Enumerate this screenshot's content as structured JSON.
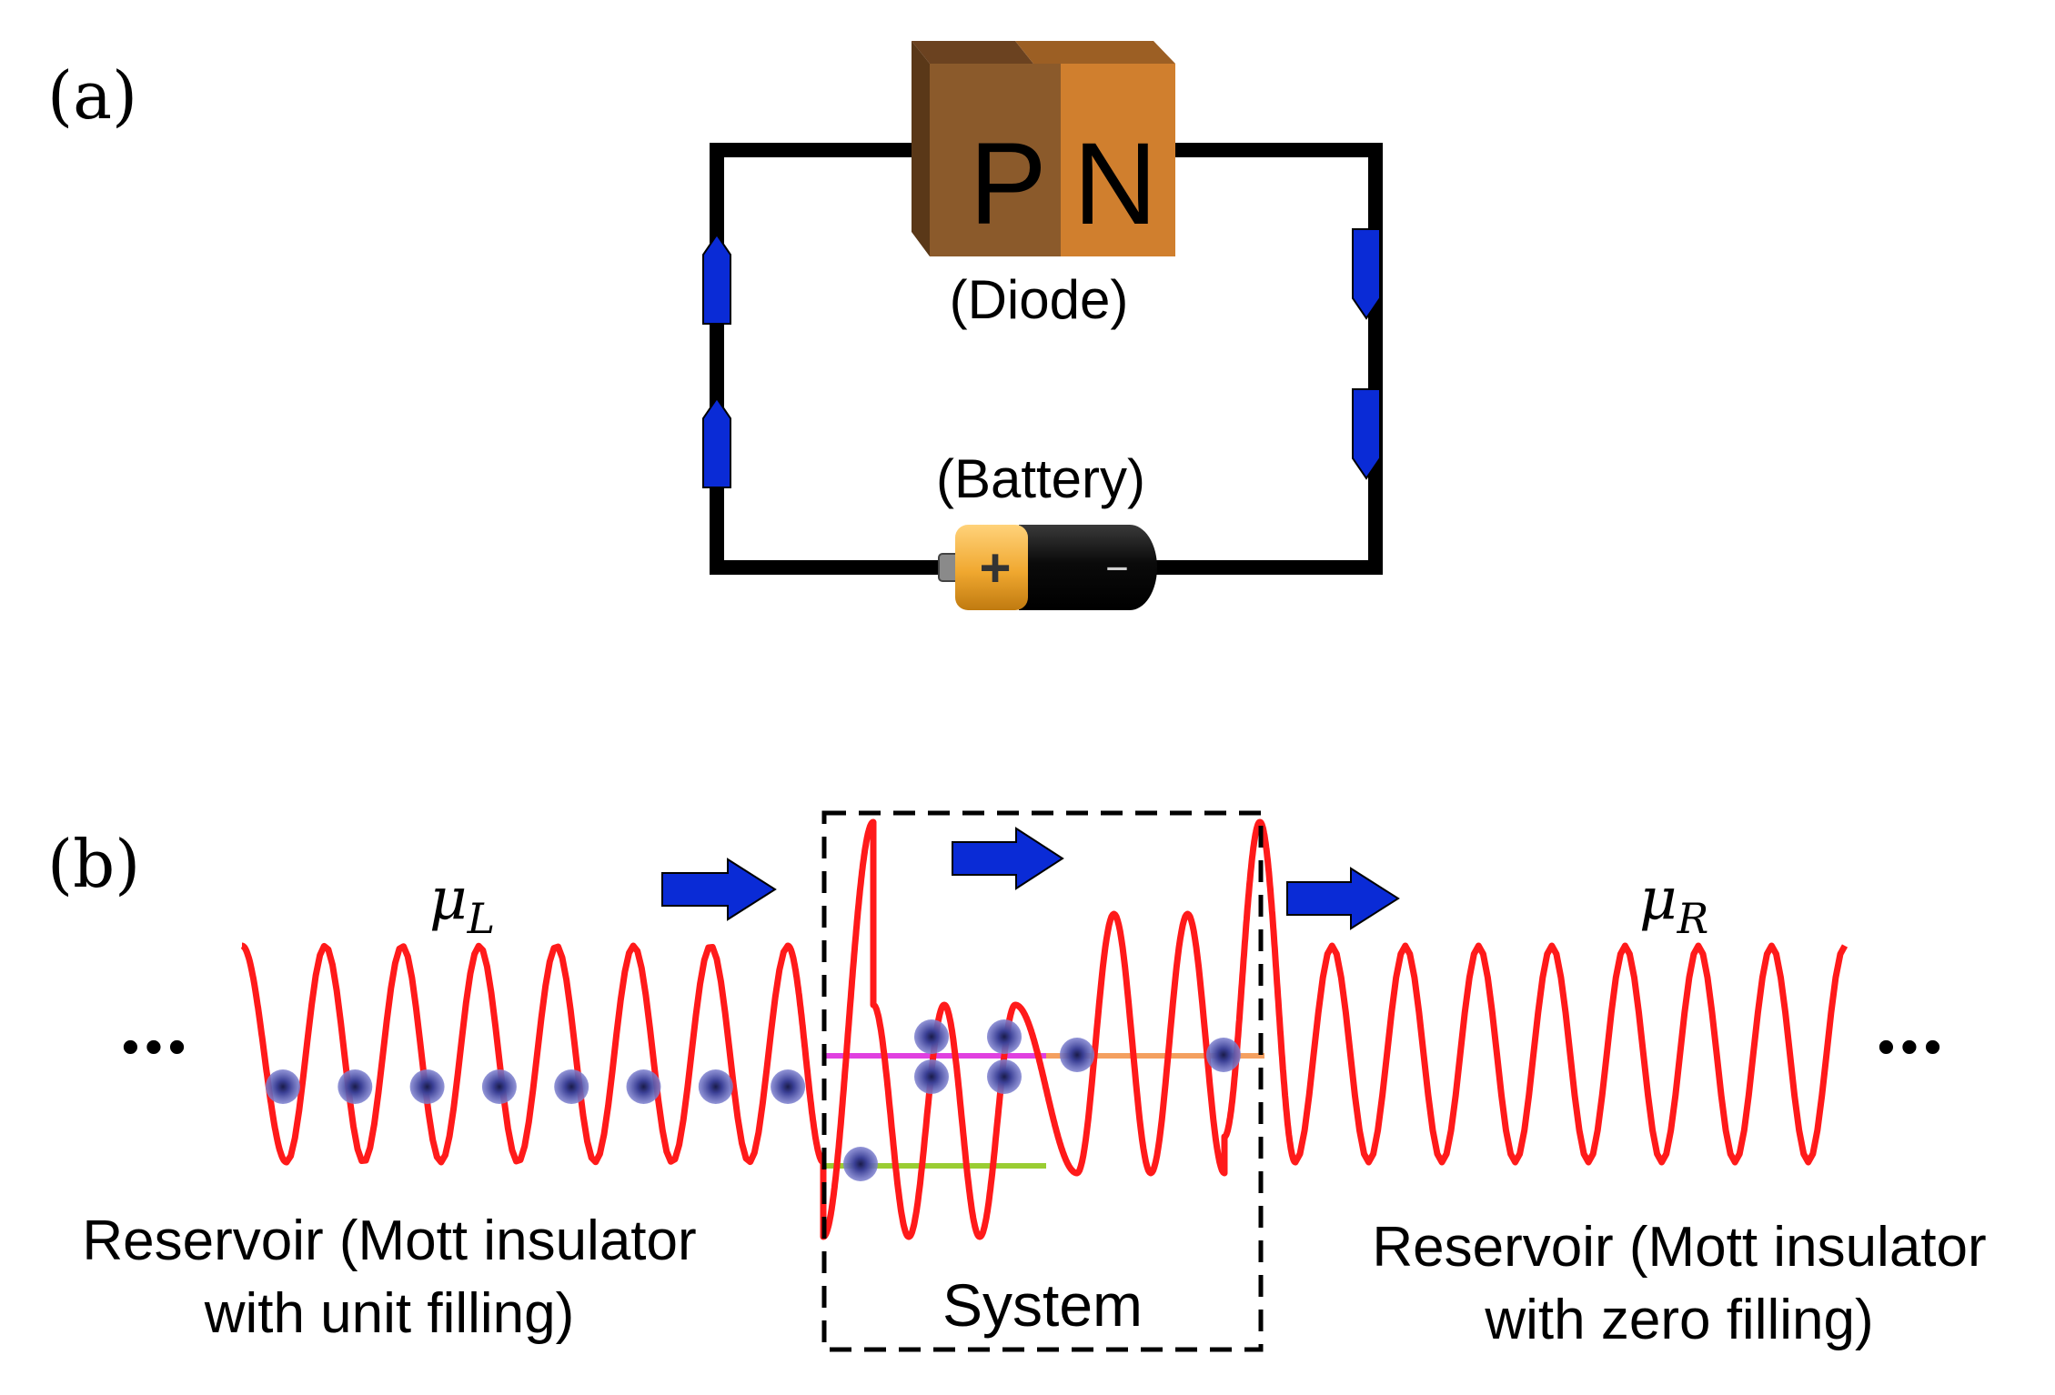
{
  "panel_a": {
    "label": "(a)",
    "diode": {
      "p_label": "P",
      "n_label": "N",
      "caption": "(Diode)"
    },
    "battery": {
      "caption": "(Battery)",
      "plus_symbol": "+",
      "minus_symbol": "−"
    },
    "current_arrow_count": 4,
    "colors": {
      "wire": "#000000",
      "arrow": "#0a2bd6",
      "p_face": "#8b5a2b",
      "n_face": "#d07f2e",
      "battery_body": "#f0b23a"
    }
  },
  "panel_b": {
    "label": "(b)",
    "mu_left": "μ",
    "mu_left_sub": "L",
    "mu_right": "μ",
    "mu_right_sub": "R",
    "left_ellipsis": "•••",
    "right_ellipsis": "•••",
    "left_reservoir_line1": "Reservoir (Mott insulator",
    "left_reservoir_line2": "with unit filling)",
    "right_reservoir_line1": "Reservoir (Mott insulator",
    "right_reservoir_line2": "with zero filling)",
    "system_label": "System",
    "colors": {
      "potential": "#ff1a1a",
      "atom": "#4b4fa8",
      "level_magenta": "#e040e0",
      "level_orange": "#f4a060",
      "level_green": "#9acd32",
      "arrow": "#0a2bd6"
    }
  }
}
